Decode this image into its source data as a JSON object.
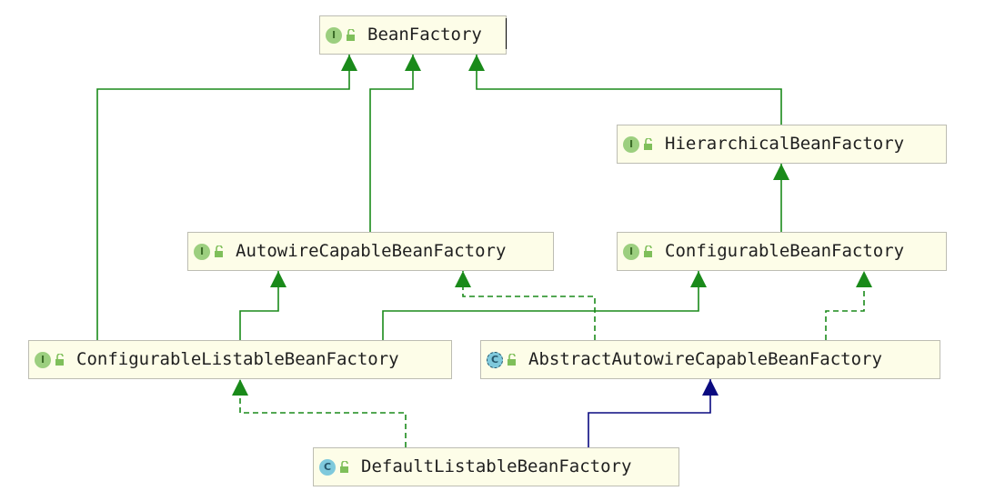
{
  "nodes": {
    "bean_factory": {
      "label": "BeanFactory",
      "kind": "I",
      "icon": "interface-icon"
    },
    "hierarchical_bean_factory": {
      "label": "HierarchicalBeanFactory",
      "kind": "I",
      "icon": "interface-icon"
    },
    "autowire_capable_bean_factory": {
      "label": "AutowireCapableBeanFactory",
      "kind": "I",
      "icon": "interface-icon"
    },
    "configurable_bean_factory": {
      "label": "ConfigurableBeanFactory",
      "kind": "I",
      "icon": "interface-icon"
    },
    "configurable_listable_bean_factory": {
      "label": "ConfigurableListableBeanFactory",
      "kind": "I",
      "icon": "interface-icon"
    },
    "abstract_autowire_capable_bean_factory": {
      "label": "AbstractAutowireCapableBeanFactory",
      "kind": "C",
      "icon": "abstract-class-icon"
    },
    "default_listable_bean_factory": {
      "label": "DefaultListableBeanFactory",
      "kind": "C",
      "icon": "class-icon"
    }
  },
  "edges": [
    {
      "from": "configurable_listable_bean_factory",
      "to": "bean_factory",
      "type": "extends"
    },
    {
      "from": "autowire_capable_bean_factory",
      "to": "bean_factory",
      "type": "extends"
    },
    {
      "from": "hierarchical_bean_factory",
      "to": "bean_factory",
      "type": "extends"
    },
    {
      "from": "configurable_bean_factory",
      "to": "hierarchical_bean_factory",
      "type": "extends"
    },
    {
      "from": "configurable_listable_bean_factory",
      "to": "autowire_capable_bean_factory",
      "type": "extends"
    },
    {
      "from": "configurable_listable_bean_factory",
      "to": "configurable_bean_factory",
      "type": "extends"
    },
    {
      "from": "abstract_autowire_capable_bean_factory",
      "to": "autowire_capable_bean_factory",
      "type": "implements"
    },
    {
      "from": "abstract_autowire_capable_bean_factory",
      "to": "configurable_bean_factory",
      "type": "implements"
    },
    {
      "from": "default_listable_bean_factory",
      "to": "configurable_listable_bean_factory",
      "type": "implements"
    },
    {
      "from": "default_listable_bean_factory",
      "to": "abstract_autowire_capable_bean_factory",
      "type": "class-extends"
    }
  ],
  "colors": {
    "interface_edge": "#1a8a1a",
    "class_edge": "#0a0a80",
    "node_bg": "#fdfde8",
    "node_border": "#bdbdb3",
    "interface_badge": "#9ccf7f",
    "class_badge": "#7fc9dc",
    "lock": "#7fbf5a"
  }
}
